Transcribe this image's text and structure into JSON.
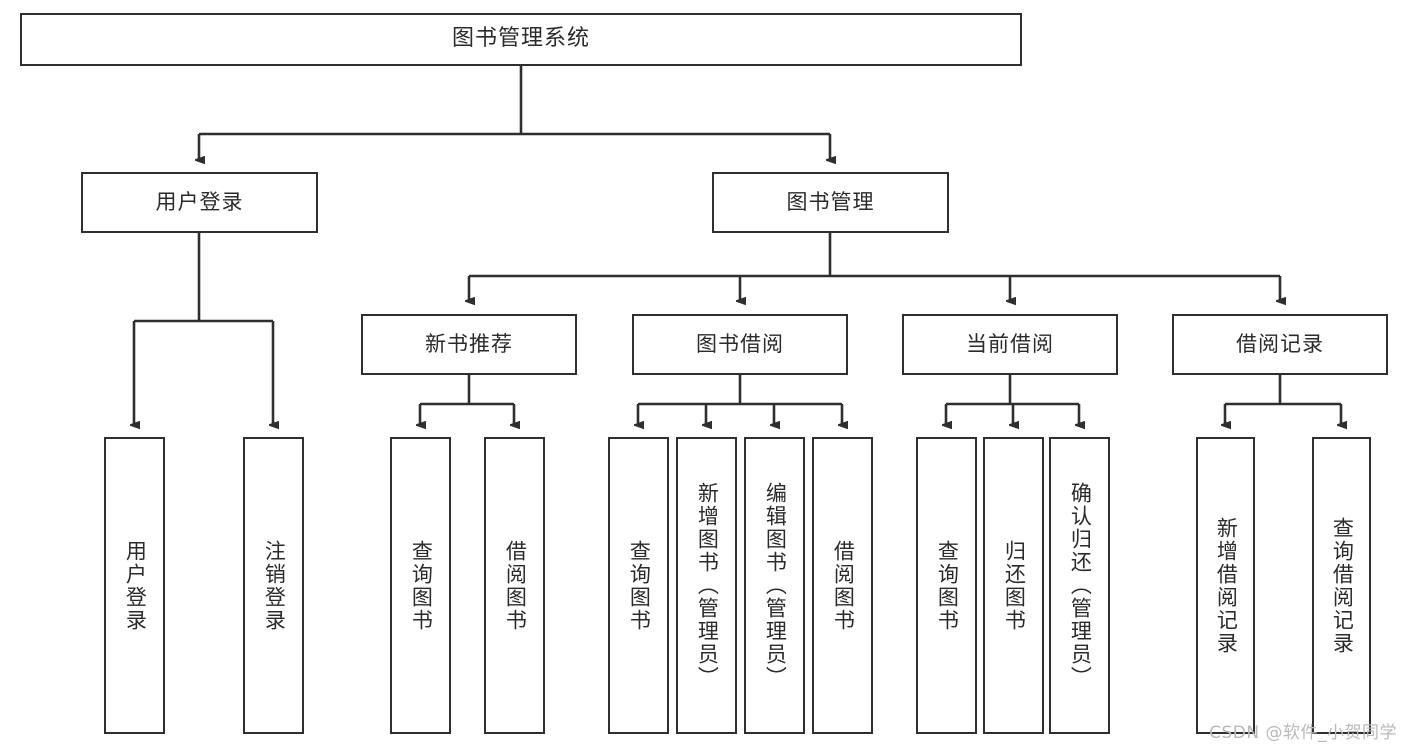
{
  "diagram": {
    "type": "tree-hierarchy",
    "title": "图书管理系统",
    "root": {
      "label": "图书管理系统"
    },
    "level1": [
      {
        "id": "user-login",
        "label": "用户登录"
      },
      {
        "id": "book-manage",
        "label": "图书管理"
      }
    ],
    "level2": [
      {
        "id": "new-book-recommend",
        "label": "新书推荐",
        "parent": "book-manage"
      },
      {
        "id": "book-borrow",
        "label": "图书借阅",
        "parent": "book-manage"
      },
      {
        "id": "current-borrow",
        "label": "当前借阅",
        "parent": "book-manage"
      },
      {
        "id": "borrow-record",
        "label": "借阅记录",
        "parent": "book-manage"
      }
    ],
    "leaves": {
      "user_login": [
        {
          "id": "leaf-user-login",
          "label": "用户登录"
        },
        {
          "id": "leaf-user-logout",
          "label": "注销登录"
        }
      ],
      "new_book_recommend": [
        {
          "id": "leaf-query-book-1",
          "label": "查询图书"
        },
        {
          "id": "leaf-borrow-book-1",
          "label": "借阅图书"
        }
      ],
      "book_borrow": [
        {
          "id": "leaf-query-book-2",
          "label": "查询图书"
        },
        {
          "id": "leaf-add-book",
          "label": "新增图书（管理员）"
        },
        {
          "id": "leaf-edit-book",
          "label": "编辑图书（管理员）"
        },
        {
          "id": "leaf-borrow-book-2",
          "label": "借阅图书"
        }
      ],
      "current_borrow": [
        {
          "id": "leaf-query-book-3",
          "label": "查询图书"
        },
        {
          "id": "leaf-return-book",
          "label": "归还图书"
        },
        {
          "id": "leaf-confirm-return",
          "label": "确认归还（管理员）"
        }
      ],
      "borrow_record": [
        {
          "id": "leaf-add-record",
          "label": "新增借阅记录"
        },
        {
          "id": "leaf-query-record",
          "label": "查询借阅记录"
        }
      ]
    },
    "colors": {
      "stroke": "#2f2f2f",
      "fill": "#ffffff",
      "text": "#2b2b2b",
      "watermark": "#b9b9b9"
    }
  },
  "watermark": {
    "text": "CSDN @软件_小贺同学"
  }
}
